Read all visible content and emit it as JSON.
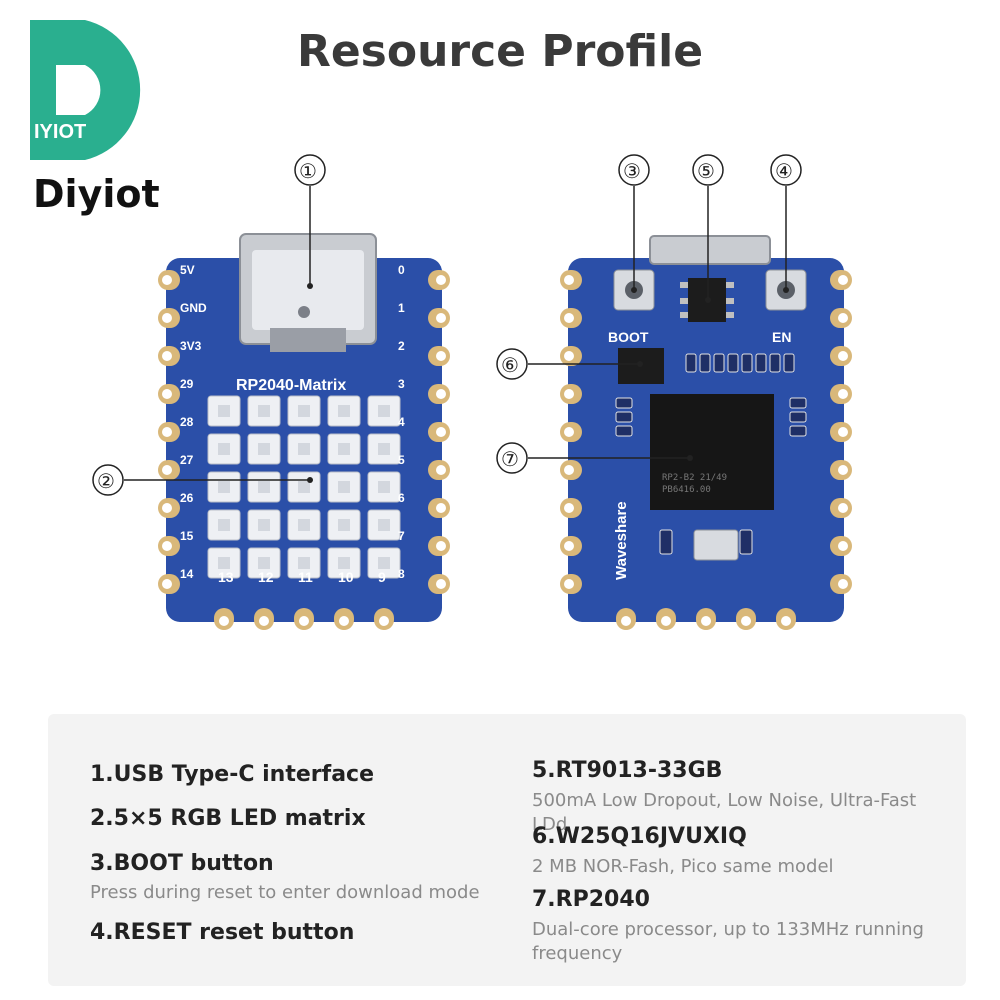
{
  "brand": {
    "logo_text": "IYIOT",
    "name": "Diyiot",
    "color": "#2aaf8f"
  },
  "title": "Resource Profile",
  "board_front": {
    "silkscreen": "RP2040-Matrix",
    "left_pins": [
      "5V",
      "GND",
      "3V3",
      "29",
      "28",
      "27",
      "26",
      "15",
      "14"
    ],
    "right_pins": [
      "0",
      "1",
      "2",
      "3",
      "4",
      "5",
      "6",
      "7",
      "8"
    ],
    "bottom_pins": [
      "13",
      "12",
      "11",
      "10",
      "9"
    ]
  },
  "board_back": {
    "boot_label": "BOOT",
    "en_label": "EN",
    "brand_text": "Waveshare",
    "chip_text_1": "RP2-B2  21/49",
    "chip_text_2": "PB6416.00"
  },
  "callouts": [
    "①",
    "②",
    "③",
    "④",
    "⑤",
    "⑥",
    "⑦"
  ],
  "features_left": [
    {
      "title": "1.USB Type-C interface",
      "desc": ""
    },
    {
      "title": "2.5×5 RGB LED matrix",
      "desc": ""
    },
    {
      "title": "3.BOOT button",
      "desc": "Press during reset to enter download mode"
    },
    {
      "title": "4.RESET reset button",
      "desc": ""
    }
  ],
  "features_right": [
    {
      "title": "5.RT9013-33GB",
      "desc": "500mA Low Dropout, Low Noise, Ultra-Fast LDd"
    },
    {
      "title": "6.W25Q16JVUXIQ",
      "desc": "2 MB NOR-Fash, Pico same model"
    },
    {
      "title": "7.RP2040",
      "desc": "Dual-core processor, up to 133MHz running frequency"
    }
  ],
  "colors": {
    "pcb_blue": "#2b4fa8",
    "gold_pad": "#d9b87a",
    "panel_bg": "#f3f3f3"
  }
}
